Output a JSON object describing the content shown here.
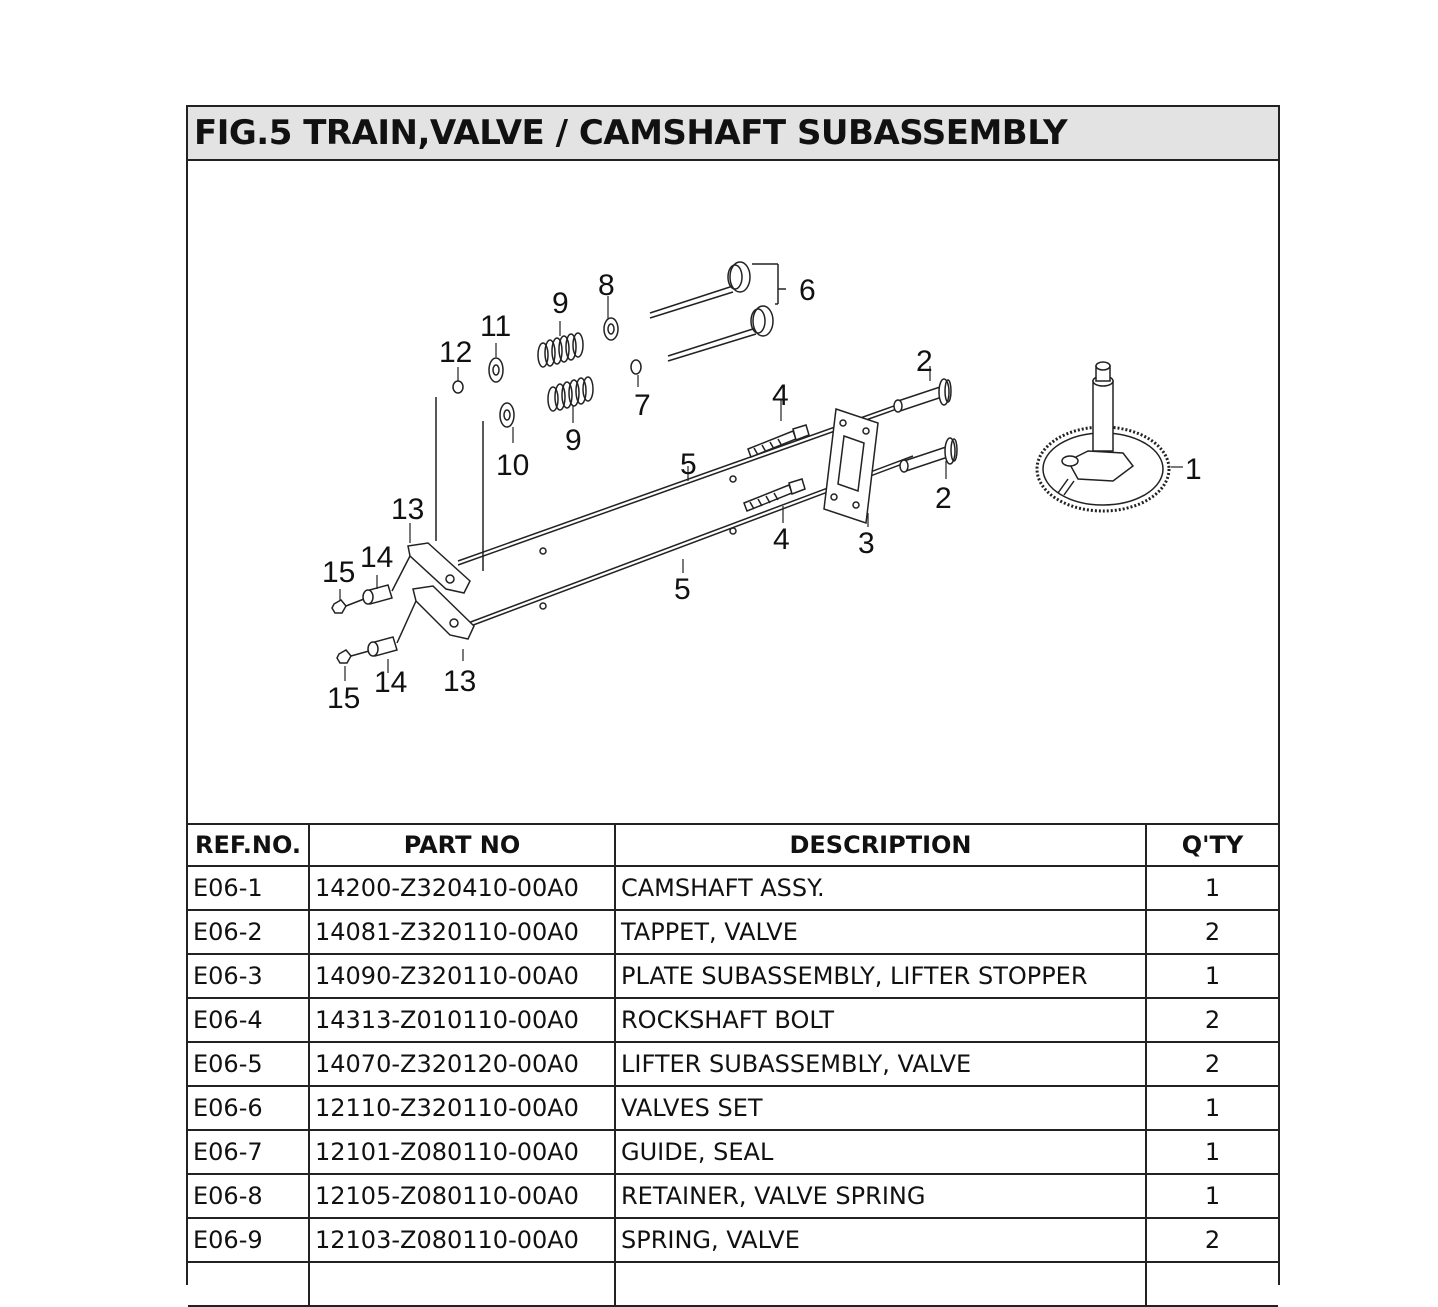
{
  "figure": {
    "title": "FIG.5 TRAIN,VALVE / CAMSHAFT SUBASSEMBLY",
    "callouts": {
      "c1": "1",
      "c2a": "2",
      "c2b": "2",
      "c3": "3",
      "c4a": "4",
      "c4b": "4",
      "c5a": "5",
      "c5b": "5",
      "c6": "6",
      "c7": "7",
      "c8": "8",
      "c9a": "9",
      "c9b": "9",
      "c10": "10",
      "c11": "11",
      "c12": "12",
      "c13a": "13",
      "c13b": "13",
      "c14a": "14",
      "c14b": "14",
      "c15a": "15",
      "c15b": "15"
    }
  },
  "table": {
    "headers": [
      "REF.NO.",
      "PART NO",
      "DESCRIPTION",
      "Q'TY"
    ],
    "rows": [
      [
        "E06-1",
        "14200-Z320410-00A0",
        "CAMSHAFT ASSY.",
        "1"
      ],
      [
        "E06-2",
        "14081-Z320110-00A0",
        "TAPPET, VALVE",
        "2"
      ],
      [
        "E06-3",
        "14090-Z320110-00A0",
        "PLATE SUBASSEMBLY, LIFTER STOPPER",
        "1"
      ],
      [
        "E06-4",
        "14313-Z010110-00A0",
        "ROCKSHAFT BOLT",
        "2"
      ],
      [
        "E06-5",
        "14070-Z320120-00A0",
        "LIFTER SUBASSEMBLY, VALVE",
        "2"
      ],
      [
        "E06-6",
        "12110-Z320110-00A0",
        "VALVES SET",
        "1"
      ],
      [
        "E06-7",
        "12101-Z080110-00A0",
        "GUIDE, SEAL",
        "1"
      ],
      [
        "E06-8",
        "12105-Z080110-00A0",
        "RETAINER, VALVE SPRING",
        "1"
      ],
      [
        "E06-9",
        "12103-Z080110-00A0",
        "SPRING, VALVE",
        "2"
      ],
      [
        "",
        "",
        "",
        ""
      ]
    ]
  }
}
